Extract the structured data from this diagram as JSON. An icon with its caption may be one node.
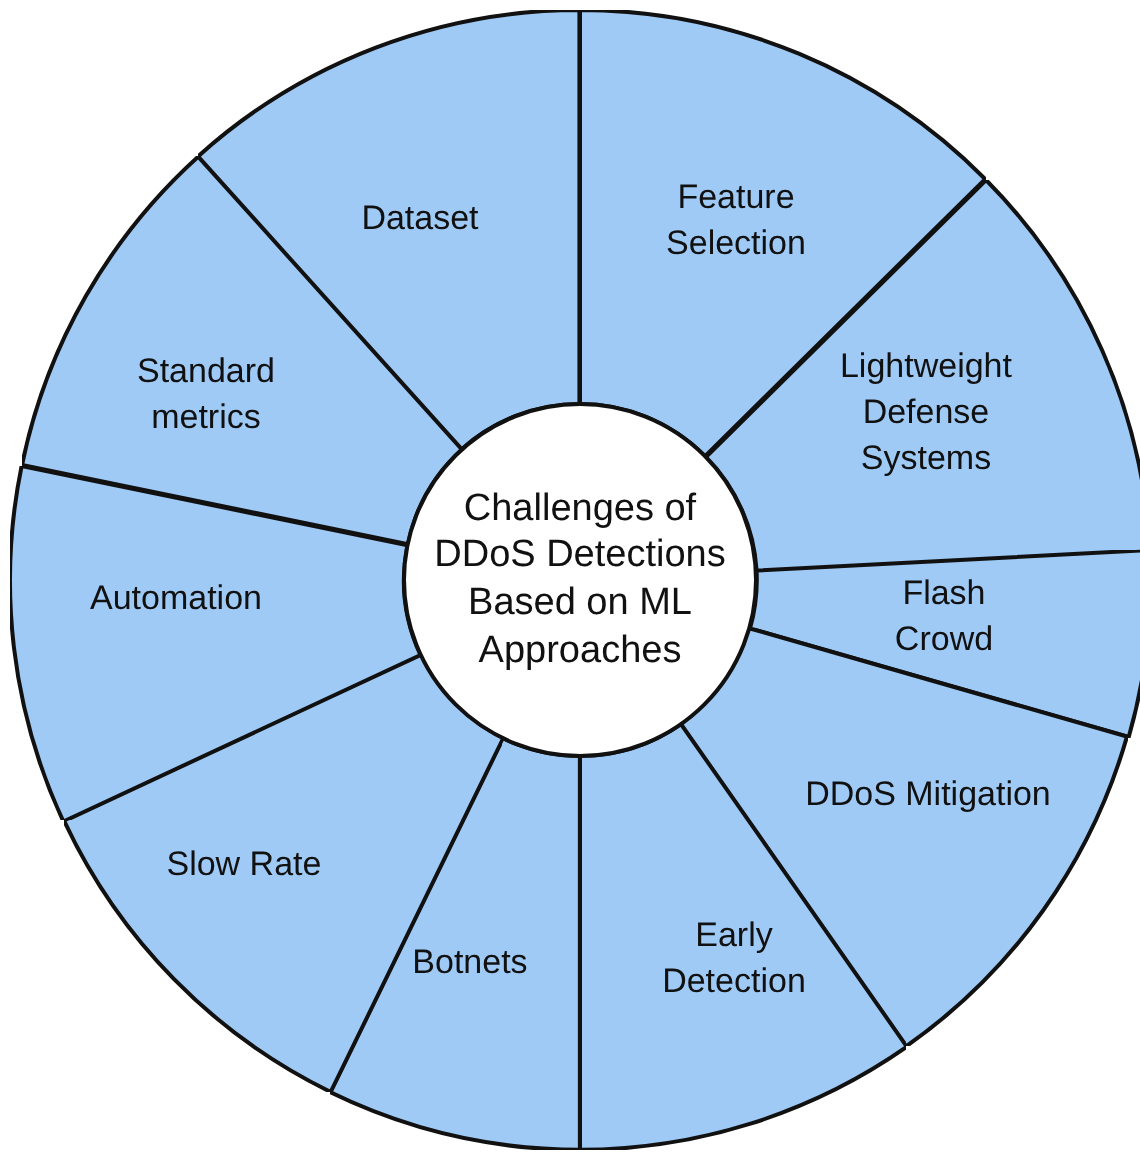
{
  "diagram": {
    "nodes": [
      {
        "text": [
          "Challenges of DDoS Detections Based on ML Approaches"
        ]
      },
      {
        "text": [
          "Feature Selection"
        ]
      },
      {
        "text": [
          "Lightweight Defense Systems"
        ]
      },
      {
        "text": [
          "Flash Crowd"
        ]
      },
      {
        "text": [
          "DDoS Mitigation"
        ]
      },
      {
        "text": [
          "Early Detection"
        ]
      },
      {
        "text": [
          "Botnets"
        ]
      },
      {
        "text": [
          "Slow Rate"
        ]
      },
      {
        "text": [
          "Automation"
        ]
      },
      {
        "text": [
          "Standard metrics"
        ]
      },
      {
        "text": [
          "Dataset"
        ]
      }
    ]
  }
}
